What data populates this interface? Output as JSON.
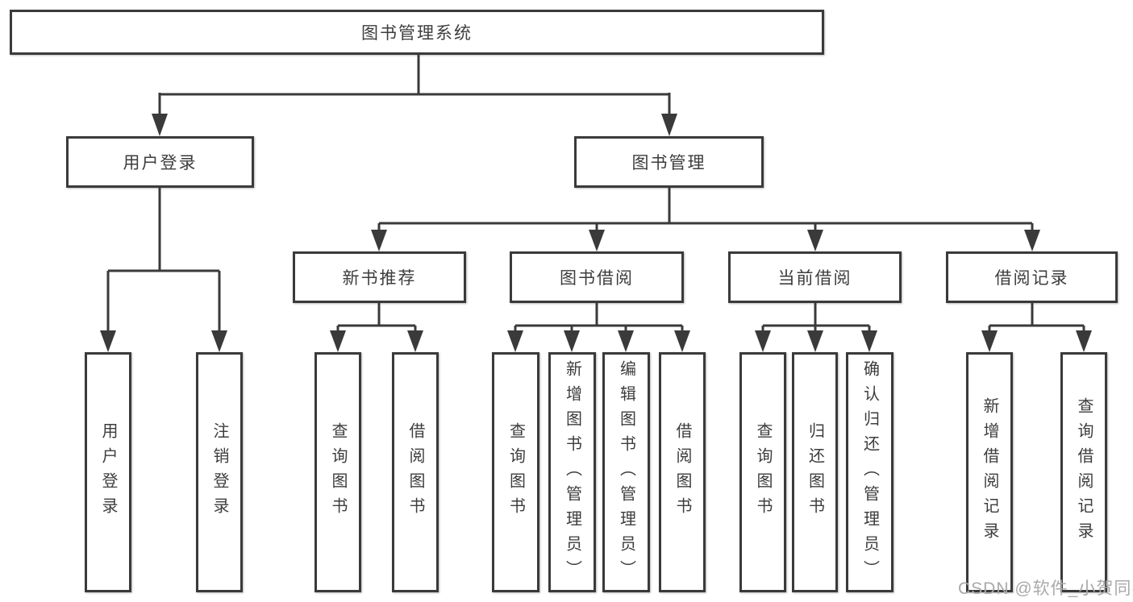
{
  "tree": {
    "root": "图书管理系统",
    "children": [
      {
        "label": "用户登录",
        "children": [
          "用户登录",
          "注销登录"
        ]
      },
      {
        "label": "图书管理",
        "children": [
          {
            "label": "新书推荐",
            "children": [
              "查询图书",
              "借阅图书"
            ]
          },
          {
            "label": "图书借阅",
            "children": [
              "查询图书",
              "新增图书（管理员）",
              "编辑图书（管理员）",
              "借阅图书"
            ]
          },
          {
            "label": "当前借阅",
            "children": [
              "查询图书",
              "归还图书",
              "确认归还（管理员）"
            ]
          },
          {
            "label": "借阅记录",
            "children": [
              "新增借阅记录",
              "查询借阅记录"
            ]
          }
        ]
      }
    ]
  },
  "colors": {
    "line": "#3a3a3a",
    "text": "#3d3d3d",
    "watermark": "#a9a9a9"
  },
  "watermark": "CSDN @软件_小贺同学"
}
